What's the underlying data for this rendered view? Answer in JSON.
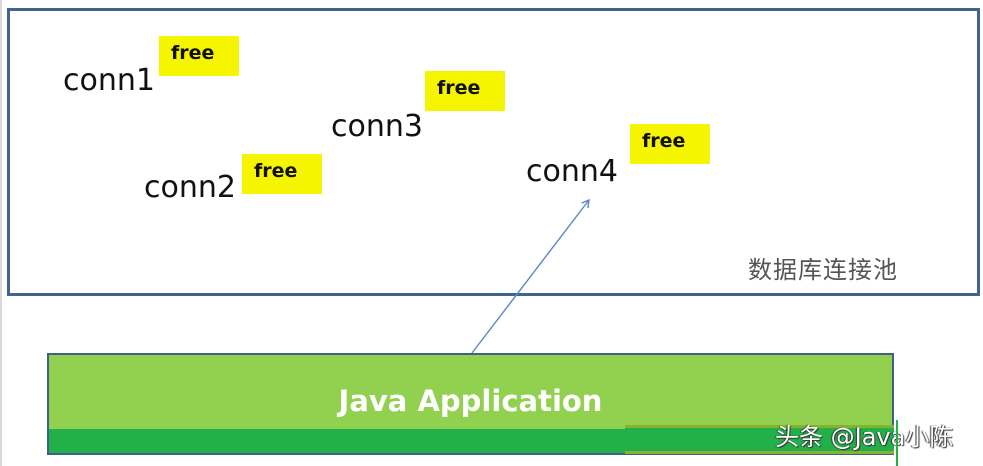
{
  "pool": {
    "label": "数据库连接池",
    "connections": [
      {
        "name": "conn1",
        "status": "free"
      },
      {
        "name": "conn2",
        "status": "free"
      },
      {
        "name": "conn3",
        "status": "free"
      },
      {
        "name": "conn4",
        "status": "free"
      }
    ]
  },
  "app": {
    "title": "Java Application"
  },
  "arrow": {
    "from": "Java Application",
    "to": "conn4"
  },
  "watermark": "头条 @Java小陈",
  "colors": {
    "pool_border": "#41638f",
    "status_badge": "#f5f500",
    "app_fill": "#92d050",
    "app_stripe": "#22b04a",
    "arrow": "#5b86c5"
  }
}
